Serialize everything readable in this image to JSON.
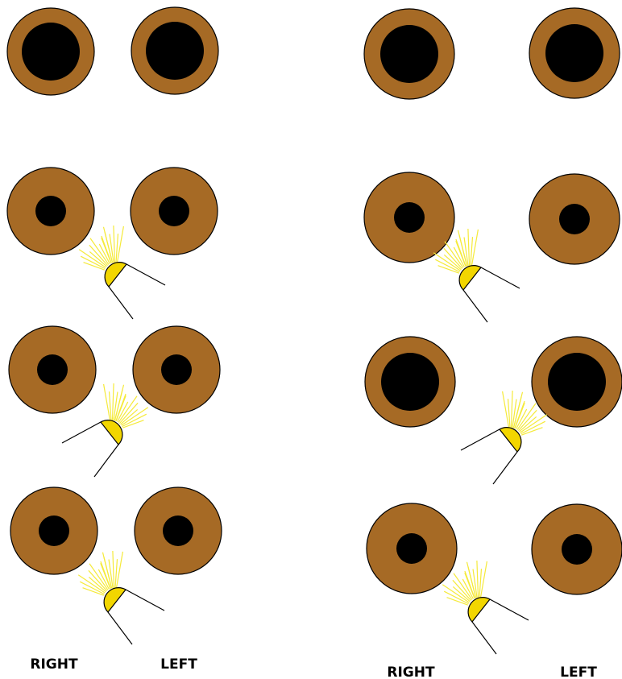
{
  "colors": {
    "iris": "#A66A25",
    "pupil": "#000000",
    "lamp": "#F2D600",
    "rays": "#F5EA3A",
    "outline": "#000000"
  },
  "panels": [
    {
      "name": "left-panel",
      "labels": {
        "right": "RIGHT",
        "left": "LEFT"
      },
      "rows": [
        {
          "right_pupil_size": "large",
          "left_pupil_size": "large",
          "light_direction": "none"
        },
        {
          "right_pupil_size": "small",
          "left_pupil_size": "small",
          "light_direction": "right-eye"
        },
        {
          "right_pupil_size": "small",
          "left_pupil_size": "small",
          "light_direction": "left-eye"
        },
        {
          "right_pupil_size": "small",
          "left_pupil_size": "small",
          "light_direction": "right-eye"
        }
      ]
    },
    {
      "name": "right-panel",
      "labels": {
        "right": "RIGHT",
        "left": "LEFT"
      },
      "rows": [
        {
          "right_pupil_size": "large",
          "left_pupil_size": "large",
          "light_direction": "none"
        },
        {
          "right_pupil_size": "small",
          "left_pupil_size": "small",
          "light_direction": "right-eye"
        },
        {
          "right_pupil_size": "large",
          "left_pupil_size": "large",
          "light_direction": "left-eye"
        },
        {
          "right_pupil_size": "small",
          "left_pupil_size": "small",
          "light_direction": "right-eye"
        }
      ]
    }
  ]
}
